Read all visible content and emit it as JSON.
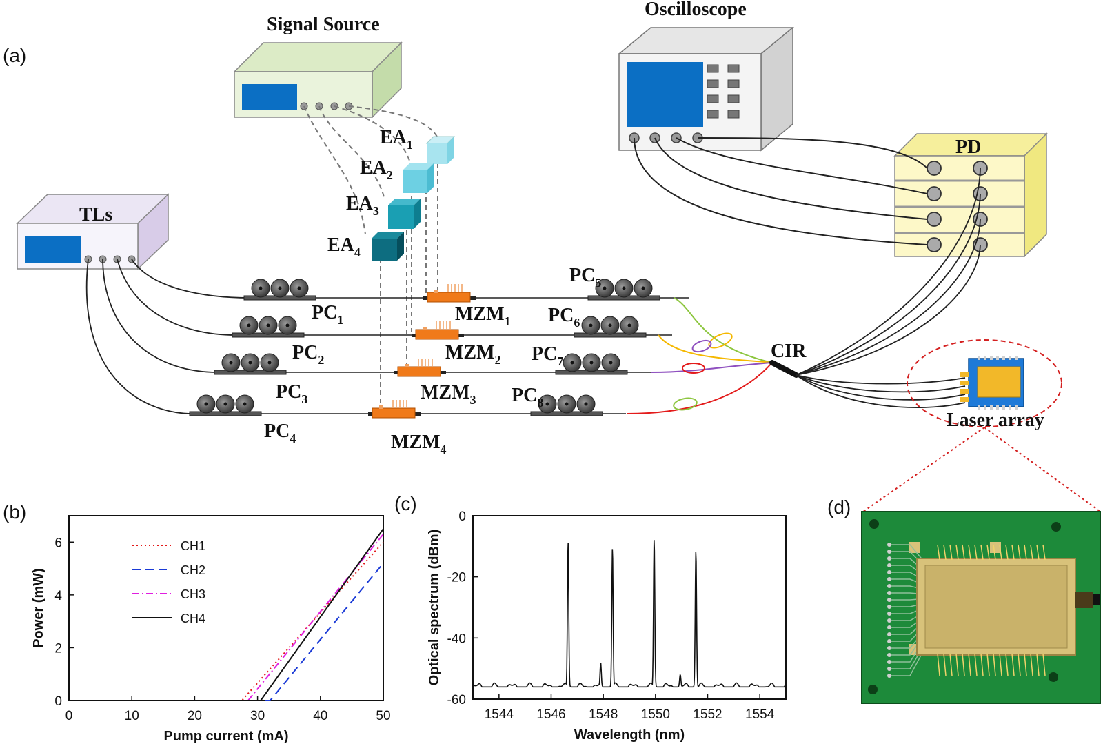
{
  "panels": {
    "a": "(a)",
    "b": "(b)",
    "c": "(c)",
    "d": "(d)"
  },
  "diagram": {
    "signal_source": "Signal Source",
    "oscilloscope": "Oscilloscope",
    "tls": "TLs",
    "pd": "PD",
    "cir": "CIR",
    "laser_array": "Laser array",
    "ea": [
      {
        "base": "EA",
        "sub": "1"
      },
      {
        "base": "EA",
        "sub": "2"
      },
      {
        "base": "EA",
        "sub": "3"
      },
      {
        "base": "EA",
        "sub": "4"
      }
    ],
    "pc": [
      {
        "base": "PC",
        "sub": "1"
      },
      {
        "base": "PC",
        "sub": "2"
      },
      {
        "base": "PC",
        "sub": "3"
      },
      {
        "base": "PC",
        "sub": "4"
      },
      {
        "base": "PC",
        "sub": "5"
      },
      {
        "base": "PC",
        "sub": "6"
      },
      {
        "base": "PC",
        "sub": "7"
      },
      {
        "base": "PC",
        "sub": "8"
      }
    ],
    "mzm": [
      {
        "base": "MZM",
        "sub": "1"
      },
      {
        "base": "MZM",
        "sub": "2"
      },
      {
        "base": "MZM",
        "sub": "3"
      },
      {
        "base": "MZM",
        "sub": "4"
      }
    ],
    "colors": {
      "screen": "#0b6fc4",
      "signal_box_front": "#eaf3dc",
      "signal_box_side": "#c4dcaa",
      "osc_box_front": "#f4f4f4",
      "tls_box_front": "#f6f4fb",
      "tls_box_side": "#d8cce8",
      "pd_box": "#fdf8c8",
      "pd_box_side": "#f0e880",
      "mzm": "#f07a1a",
      "ea": [
        "#a8e4ef",
        "#6dd0e3",
        "#1a9fb3",
        "#0d6d80"
      ],
      "fiber_channels": [
        "#8dc63f",
        "#f5b800",
        "#8e4fbf",
        "#e31b1b"
      ]
    }
  },
  "chart_data": [
    {
      "panel": "b",
      "type": "line",
      "xlabel": "Pump current (mA)",
      "ylabel": "Power (mW)",
      "xlim": [
        0,
        50
      ],
      "ylim": [
        0,
        7
      ],
      "xticks": [
        0,
        10,
        20,
        30,
        40,
        50
      ],
      "yticks": [
        0,
        2,
        4,
        6
      ],
      "legend_position": "top-left",
      "series": [
        {
          "name": "CH1",
          "color": "#e31b1b",
          "style": "dotted",
          "x": [
            0,
            27.5,
            50
          ],
          "y": [
            0,
            0,
            6.0
          ]
        },
        {
          "name": "CH2",
          "color": "#1a3ad6",
          "style": "dashed",
          "x": [
            0,
            32.0,
            50
          ],
          "y": [
            0,
            0,
            5.2
          ]
        },
        {
          "name": "CH3",
          "color": "#e01ee0",
          "style": "dashdot",
          "x": [
            0,
            28.5,
            50
          ],
          "y": [
            0,
            0,
            6.3
          ]
        },
        {
          "name": "CH4",
          "color": "#111111",
          "style": "solid",
          "x": [
            0,
            30.5,
            50
          ],
          "y": [
            0,
            0,
            6.5
          ]
        }
      ]
    },
    {
      "panel": "c",
      "type": "line",
      "xlabel": "Wavelength (nm)",
      "ylabel": "Optical spectrum (dBm)",
      "xlim": [
        1543,
        1555
      ],
      "ylim": [
        -60,
        0
      ],
      "xticks": [
        1544,
        1546,
        1548,
        1550,
        1552,
        1554
      ],
      "yticks": [
        0,
        -20,
        -40,
        -60
      ],
      "noise_floor_dBm": -56,
      "peaks": [
        {
          "x": 1546.65,
          "y": -8.5
        },
        {
          "x": 1548.35,
          "y": -10.5
        },
        {
          "x": 1549.95,
          "y": -7.5
        },
        {
          "x": 1551.55,
          "y": -11.5
        }
      ],
      "side_peaks": [
        {
          "x": 1547.9,
          "y": -48
        },
        {
          "x": 1550.95,
          "y": -52
        }
      ]
    }
  ],
  "photo": {
    "board_color": "#1d8a3a",
    "module_color": "#d8c27a"
  }
}
